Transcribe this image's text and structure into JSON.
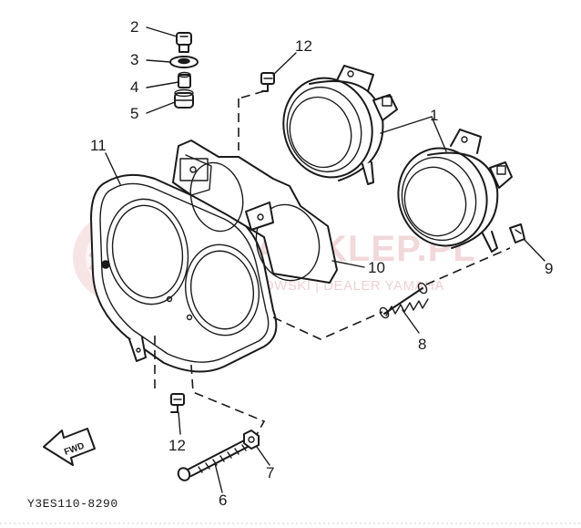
{
  "diagram": {
    "document_code": "Y3ES110-8290",
    "fwd_label": "FWD",
    "watermark": {
      "main": "YAMA-SKLEP.PL",
      "sub": "WOJCIECHOWSKI | DEALER YAMAHA"
    },
    "callouts": {
      "c1": "1",
      "c2": "2",
      "c3": "3",
      "c4": "4",
      "c5": "5",
      "c6": "6",
      "c7": "7",
      "c8": "8",
      "c9": "9",
      "c10": "10",
      "c11": "11",
      "c12_top": "12",
      "c12_bottom": "12"
    }
  }
}
